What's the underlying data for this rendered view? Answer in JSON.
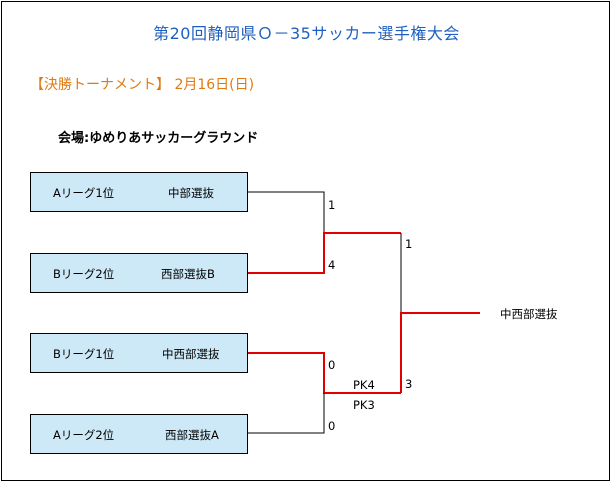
{
  "title": "第20回静岡県Ｏ－35サッカー選手権大会",
  "subtitle": "【決勝トーナメント】 2月16日(日)",
  "venue": "会場:ゆめりあサッカーグラウンド",
  "teams": [
    {
      "rank": "Aリーグ1位",
      "name": "中部選抜"
    },
    {
      "rank": "Bリーグ2位",
      "name": "西部選抜B"
    },
    {
      "rank": "Bリーグ1位",
      "name": "中西部選抜"
    },
    {
      "rank": "Aリーグ2位",
      "name": "西部選抜A"
    }
  ],
  "semifinals": [
    {
      "scores": [
        "1",
        "4"
      ]
    },
    {
      "scores": [
        "0",
        "0"
      ],
      "pk": [
        "PK4",
        "PK3"
      ]
    }
  ],
  "final": {
    "scores": [
      "1",
      "3"
    ]
  },
  "champion": "中西部選抜",
  "colors": {
    "title": "#1f5fbf",
    "subtitle": "#e07a10",
    "box_fill": "#cde8f6",
    "winner_line": "#e00000",
    "line": "#000000"
  }
}
